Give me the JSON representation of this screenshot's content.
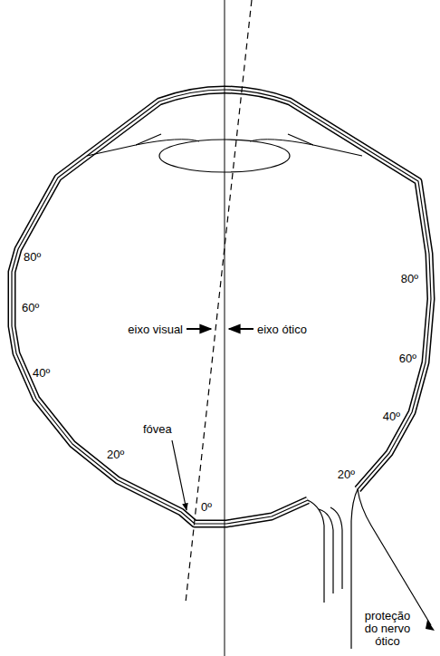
{
  "diagram": {
    "labels": [
      "80º",
      "60º",
      "40º",
      "20º",
      "fóvea",
      "0º",
      "eixo visual",
      "eixo ótico",
      "80º",
      "60º",
      "40º",
      "20º",
      "proteção do nervo ótico"
    ]
  }
}
